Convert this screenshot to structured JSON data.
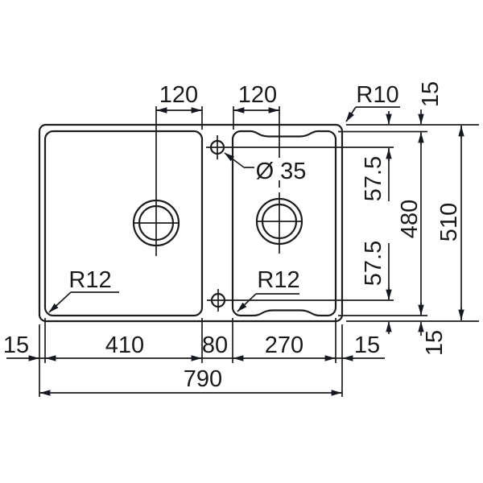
{
  "drawing": {
    "colors": {
      "line": "#1d1d1f",
      "background": "#ffffff"
    },
    "dims": {
      "bowl1_drain_offset": "120",
      "bowl2_drain_offset": "120",
      "outer_corner_radius": "R10",
      "top_edge": "15",
      "tap_hole_diameter": "Ø 35",
      "tap_top_offset": "57.5",
      "tap_bottom_offset": "57.5",
      "inner_depth": "480",
      "overall_depth": "510",
      "bottom_edge": "15",
      "left_edge": "15",
      "bowl1_width": "410",
      "divider_width": "80",
      "bowl2_width": "270",
      "right_edge": "15",
      "overall_width": "790",
      "bowl1_corner_radius": "R12",
      "bowl2_corner_radius": "R12"
    }
  }
}
